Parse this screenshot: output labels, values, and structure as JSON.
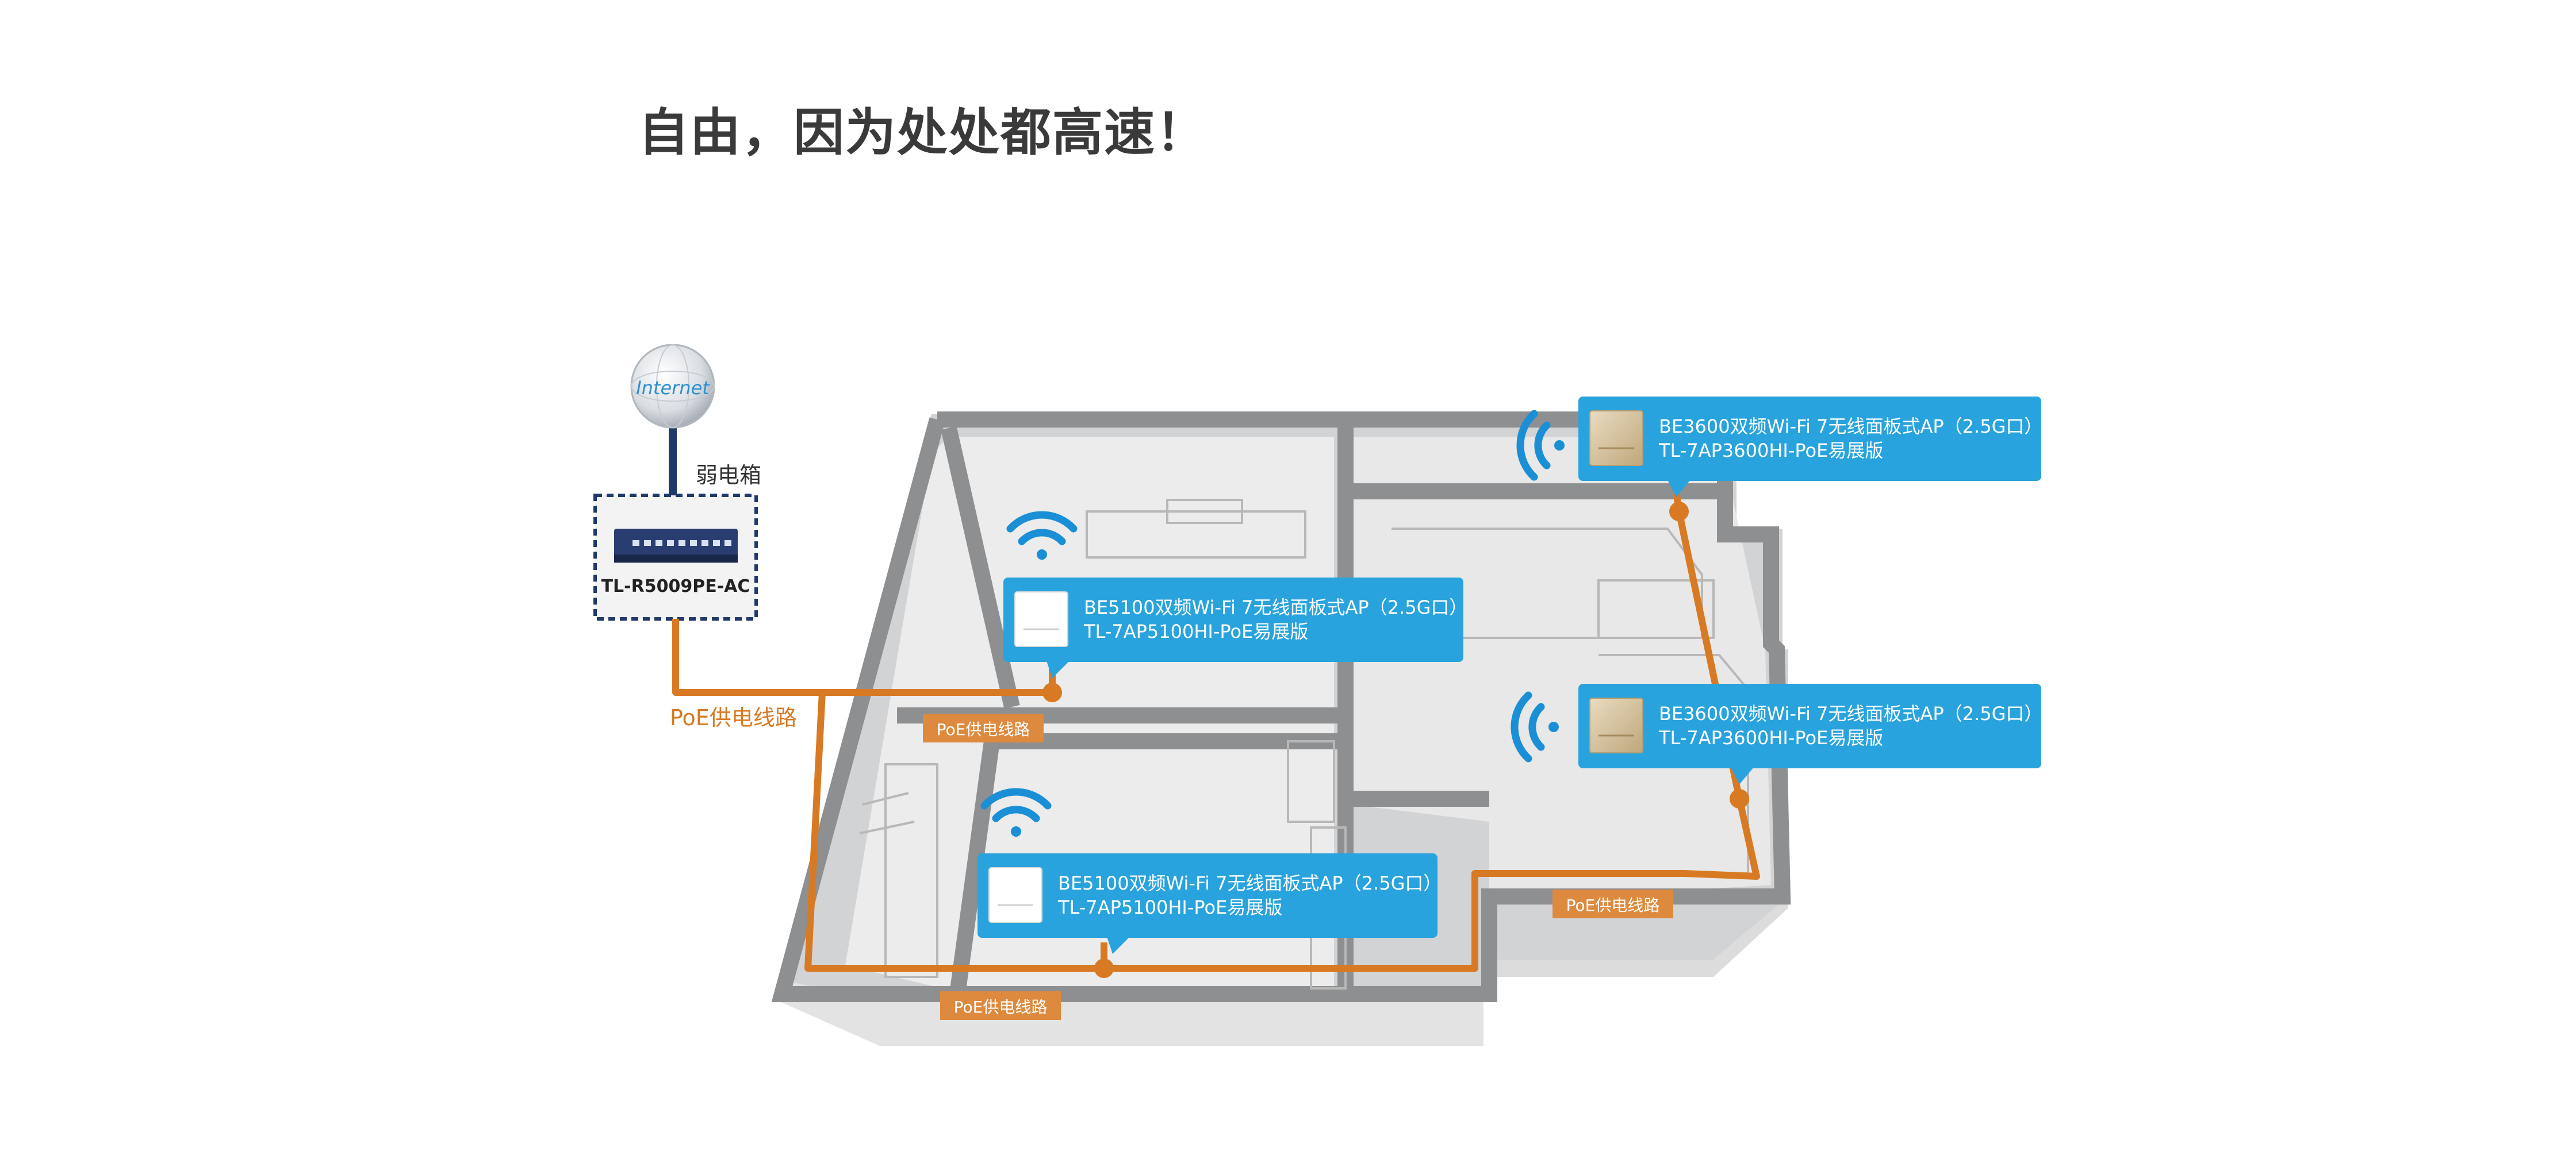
{
  "headline": "自由，因为处处都高速！",
  "internet_label": "Internet",
  "weak_box_label": "弱电箱",
  "router_model": "TL-R5009PE-AC",
  "poe_main_label": "PoE供电线路",
  "poe_tag_label": "PoE供电线路",
  "access_points": [
    {
      "line1": "BE5100双频Wi-Fi 7无线面板式AP（2.5G口）",
      "line2": "TL-7AP5100HI-PoE易展版"
    },
    {
      "line1": "BE5100双频Wi-Fi 7无线面板式AP（2.5G口）",
      "line2": "TL-7AP5100HI-PoE易展版"
    },
    {
      "line1": "BE3600双频Wi-Fi 7无线面板式AP（2.5G口）",
      "line2": "TL-7AP3600HI-PoE易展版"
    },
    {
      "line1": "BE3600双频Wi-Fi 7无线面板式AP（2.5G口）",
      "line2": "TL-7AP3600HI-PoE易展版"
    }
  ],
  "colors": {
    "poe_line": "#d87a23",
    "poe_tag_bg": "#dd8a3e",
    "callout_bg": "#29a3dd",
    "wifi": "#1a8fd6",
    "wall": "#8e8f91",
    "floor": "#ebebeb",
    "router_body": "#2a3d70"
  }
}
